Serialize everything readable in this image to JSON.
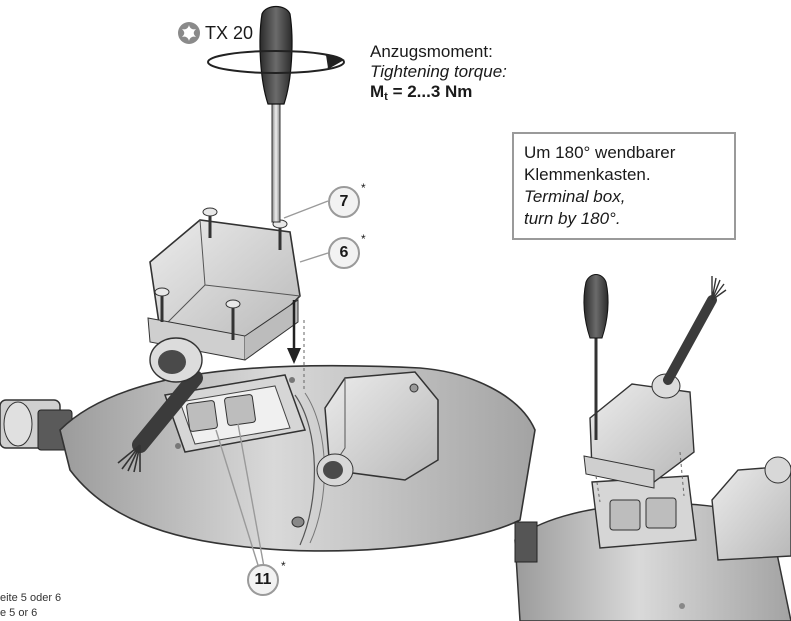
{
  "tool": {
    "icon": "torx-icon",
    "label": "TX 20"
  },
  "torque": {
    "de": "Anzugsmoment:",
    "en": "Tightening torque:",
    "formula_prefix": "M",
    "formula_sub": "t",
    "formula_value": " = 2...3 Nm"
  },
  "callout": {
    "de_1": "Um 180° wendbarer",
    "de_2": "Klemmenkasten.",
    "en_1": "Terminal box,",
    "en_2": "turn by 180°."
  },
  "items": [
    {
      "number": "7",
      "mark": "*"
    },
    {
      "number": "6",
      "mark": "*"
    },
    {
      "number": "11",
      "mark": "*"
    }
  ],
  "footnote": {
    "line1": "eite 5 oder 6",
    "line2": "e 5 or 6"
  }
}
